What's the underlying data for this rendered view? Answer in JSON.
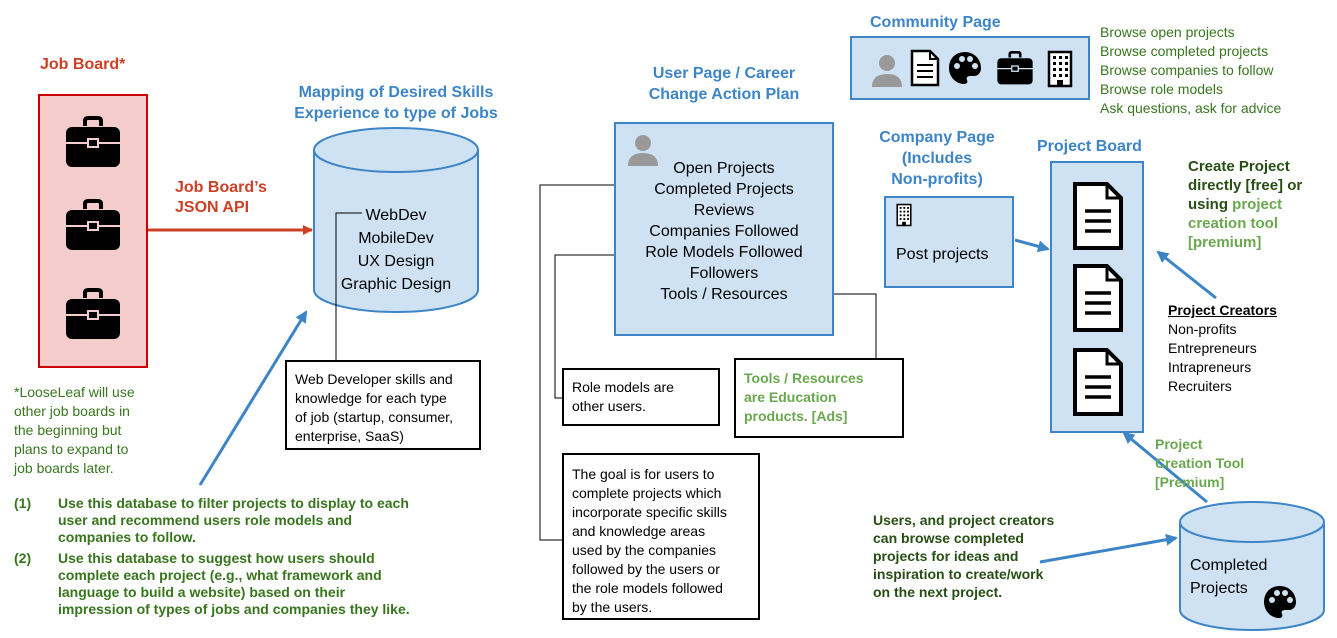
{
  "job_board": {
    "title": "Job Board*",
    "api_label": [
      "Job Board’s",
      "JSON API"
    ],
    "footnote": [
      "*LooseLeaf will use",
      "other job boards in",
      "the beginning but",
      "plans to expand to",
      "job boards later."
    ]
  },
  "skills_db": {
    "title": [
      "Mapping of Desired Skills",
      "Experience to type of Jobs"
    ],
    "items": [
      "WebDev",
      "MobileDev",
      "UX Design",
      "Graphic Design"
    ],
    "note": [
      "Web Developer skills and",
      "knowledge for each type",
      "of job (startup, consumer,",
      "enterprise, SaaS)"
    ]
  },
  "uses": [
    {
      "num": "(1)",
      "lines": [
        "Use this database to filter projects to display to each",
        "user and recommend users role models and",
        "companies to follow."
      ]
    },
    {
      "num": "(2)",
      "lines": [
        "Use this database to suggest how users should",
        "complete each project (e.g., what framework and",
        "language to build a website) based on their",
        "impression of types of jobs and companies they like."
      ]
    }
  ],
  "user_page": {
    "title": [
      "User Page / Career",
      "Change Action Plan"
    ],
    "items": [
      "Open Projects",
      "Completed Projects",
      "Reviews",
      "Companies Followed",
      "Role Models Followed",
      "Followers",
      "Tools / Resources"
    ],
    "role_note": [
      "Role models are",
      "other users."
    ],
    "goal_note": [
      "The goal is for users to",
      "complete projects which",
      "incorporate specific skills",
      "and knowledge areas",
      "used by the companies",
      "followed by the users or",
      "the role models followed",
      "by the users."
    ],
    "tools_note": [
      "Tools / Resources",
      "are Education",
      "products. [Ads]"
    ]
  },
  "community": {
    "title": "Community Page",
    "browse": [
      "Browse open projects",
      "Browse completed projects",
      "Browse companies to follow",
      "Browse role models",
      "Ask questions, ask for advice"
    ]
  },
  "company": {
    "title": [
      "Company Page",
      "(Includes",
      "Non-profits)"
    ],
    "label": "Post projects"
  },
  "project_board": {
    "title": "Project Board",
    "create_black": [
      "Create Project",
      "directly [free] or",
      "using "
    ],
    "create_green": [
      "project",
      "creation tool",
      "[premium]"
    ],
    "creators_title": "Project Creators",
    "creators": [
      "Non-profits",
      "Entrepreneurs",
      "Intrapreneurs",
      "Recruiters"
    ],
    "tool_label": [
      "Project",
      "Creation Tool",
      "[Premium]"
    ]
  },
  "completed": {
    "label": [
      "Completed",
      "Projects"
    ],
    "browse_note": [
      "Users, and project creators",
      "can browse completed",
      "projects for ideas and",
      "inspiration to create/work",
      "on the next project."
    ]
  },
  "colors": {
    "red": "#cc4125",
    "blue": "#3d85c6",
    "light_blue": "#cfe2f3",
    "green": "#38761d",
    "light_green": "#6aa84f",
    "pink": "#f4cccc"
  }
}
